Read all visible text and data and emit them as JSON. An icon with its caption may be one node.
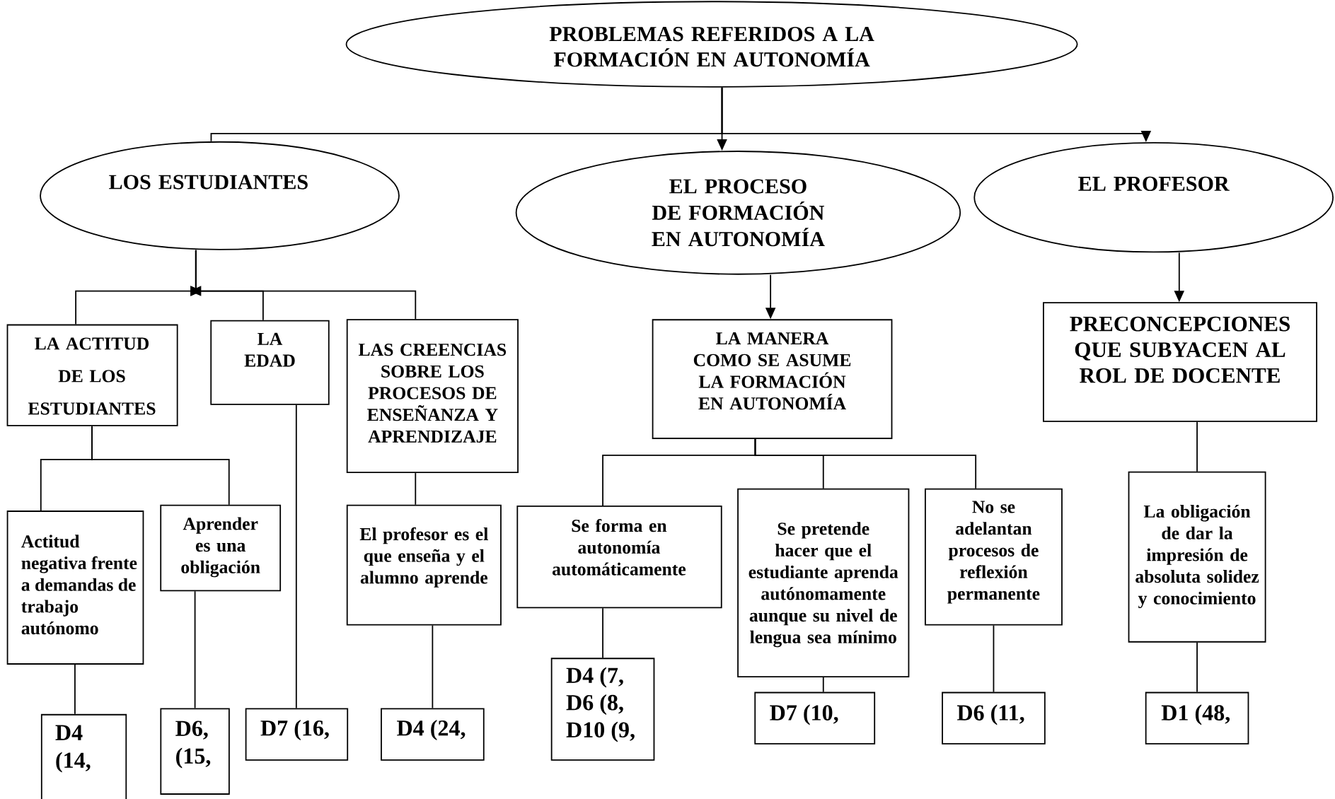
{
  "diagram": {
    "nodes": [
      {
        "text": [
          "PROBLEMAS REFERIDOS A LA FORMACIÓN EN AUTONOMÍA"
        ]
      },
      {
        "text": [
          "LOS ESTUDIANTES"
        ]
      },
      {
        "text": [
          "EL PROCESO DE FORMACIÓN EN AUTONOMÍA"
        ]
      },
      {
        "text": [
          "EL PROFESOR"
        ]
      },
      {
        "text": [
          "LA ACTITUD DE LOS ESTUDIANTES"
        ]
      },
      {
        "text": [
          "LA EDAD"
        ]
      },
      {
        "text": [
          "LAS CREENCIAS SOBRE LOS PROCESOS DE ENSEÑANZA Y APRENDIZAJE"
        ]
      },
      {
        "text": [
          "Actitud negativa frente a demandas de trabajo autónomo"
        ]
      },
      {
        "text": [
          "Aprender es una obligación"
        ]
      },
      {
        "text": [
          "D4 (14,"
        ]
      },
      {
        "text": [
          "D6, (15,"
        ]
      },
      {
        "text": [
          "D7 (16,"
        ]
      },
      {
        "text": [
          "El profesor es el que enseña y el alumno aprende"
        ]
      },
      {
        "text": [
          "D4 (24,"
        ]
      },
      {
        "text": [
          "LA MANERA COMO SE ASUME LA FORMACIÓN EN AUTONOMÍA"
        ]
      },
      {
        "text": [
          "Se forma en autonomía automáticamente"
        ]
      },
      {
        "text": [
          "Se pretende hacer que el estudiante aprenda autónomamente aunque su nivel de lengua sea mínimo"
        ]
      },
      {
        "text": [
          "No se adelantan procesos de reflexión permanente"
        ]
      },
      {
        "text": [
          "D4 (7, D6 (8, D10 (9,"
        ]
      },
      {
        "text": [
          "D7 (10,"
        ]
      },
      {
        "text": [
          "D6 (11,"
        ]
      },
      {
        "text": [
          "PRECONCEPCIONES QUE SUBYACEN AL ROL DE DOCENTE"
        ]
      },
      {
        "text": [
          "La obligación de dar la impresión de absoluta solidez y conocimiento"
        ]
      },
      {
        "text": [
          "D1 (48,"
        ]
      }
    ],
    "edges": [
      {
        "from": 0,
        "to": 1,
        "arrow": "none"
      },
      {
        "from": 0,
        "to": 2,
        "arrow": "to"
      },
      {
        "from": 0,
        "to": 3,
        "arrow": "to"
      },
      {
        "from": 1,
        "to": 4,
        "arrow": "to"
      },
      {
        "from": 1,
        "to": 5,
        "arrow": "to"
      },
      {
        "from": 1,
        "to": 6,
        "arrow": "to"
      },
      {
        "from": 2,
        "to": 14,
        "arrow": "to"
      },
      {
        "from": 3,
        "to": 21,
        "arrow": "to"
      },
      {
        "from": 4,
        "to": 7,
        "arrow": "none"
      },
      {
        "from": 4,
        "to": 8,
        "arrow": "none"
      },
      {
        "from": 5,
        "to": 11,
        "arrow": "none"
      },
      {
        "from": 6,
        "to": 12,
        "arrow": "none"
      },
      {
        "from": 7,
        "to": 9,
        "arrow": "none"
      },
      {
        "from": 8,
        "to": 10,
        "arrow": "none"
      },
      {
        "from": 12,
        "to": 13,
        "arrow": "none"
      },
      {
        "from": 14,
        "to": 15,
        "arrow": "none"
      },
      {
        "from": 14,
        "to": 16,
        "arrow": "none"
      },
      {
        "from": 14,
        "to": 17,
        "arrow": "none"
      },
      {
        "from": 15,
        "to": 18,
        "arrow": "none"
      },
      {
        "from": 16,
        "to": 19,
        "arrow": "none"
      },
      {
        "from": 17,
        "to": 20,
        "arrow": "none"
      },
      {
        "from": 21,
        "to": 22,
        "arrow": "none"
      },
      {
        "from": 22,
        "to": 23,
        "arrow": "none"
      }
    ]
  }
}
